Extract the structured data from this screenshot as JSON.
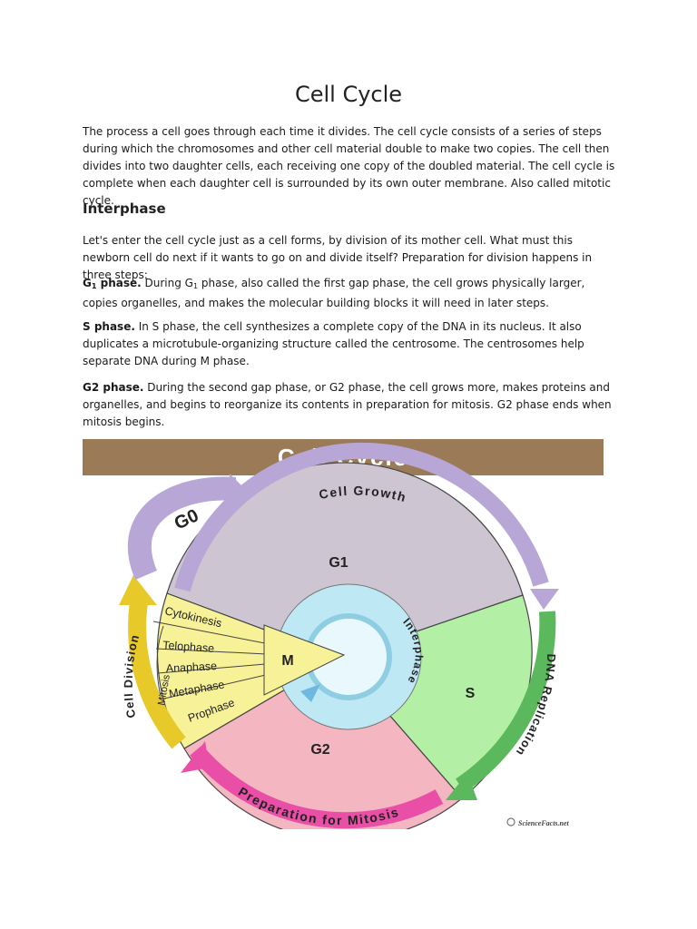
{
  "title": "Cell Cycle",
  "intro": "The process a cell goes through each time it divides. The cell cycle consists of a series of steps during which the chromosomes and other cell material double to make two copies. The cell then divides into two daughter cells, each receiving one copy of the doubled material. The cell cycle is complete when each daughter cell is surrounded by its own outer membrane. Also called mitotic cycle.",
  "interphase_heading": "Interphase",
  "interphase_intro": "Let's enter the cell cycle just as a cell forms, by division of its mother cell. What must this newborn cell do next if it wants to go on and divide itself? Preparation for division happens in three steps:",
  "g1": {
    "label_main": "G",
    "label_sub": "1",
    "label_end": " phase.",
    "text_a": " During G",
    "text_sub": "1",
    "text_b": " phase, also called the first gap phase, the cell grows physically larger, copies organelles, and makes the molecular building blocks it will need in later steps."
  },
  "s": {
    "label": "S phase.",
    "text": " In S phase, the cell synthesizes a complete copy of the DNA in its nucleus. It also duplicates a microtubule-organizing structure called the centrosome. The centrosomes help separate DNA during M phase."
  },
  "g2": {
    "label": "G2 phase.",
    "text": " During the second gap phase, or G2 phase, the cell grows more, makes proteins and organelles, and begins to reorganize its contents in preparation for mitosis. G2 phase ends when mitosis begins."
  },
  "diagram": {
    "banner": "Cell Cycle",
    "g0": "G0",
    "cell_growth": "Cell Growth",
    "g1": "G1",
    "s": "S",
    "g2": "G2",
    "m": "M",
    "interphase": "Interphase",
    "dna_replication": "DNA Replication",
    "prep_mitosis": "Preparation for Mitosis",
    "cell_division": "Cell Division",
    "mitosis": "Mitosis",
    "cytokinesis": "Cytokinesis",
    "telophase": "Telophase",
    "anaphase": "Anaphase",
    "metaphase": "Metaphase",
    "prophase": "Prophase",
    "credit": "ScienceFacts.net",
    "colors": {
      "banner": "#9a7a57",
      "g1": "#cdc6d2",
      "s": "#b3f0a6",
      "g2": "#f4b7c1",
      "m": "#f7f197",
      "interphase_ring": "#bfe8f5",
      "purple_arrow": "#b7a6d6",
      "green_arrow": "#5cb85c",
      "pink_arrow": "#e94fa6",
      "yellow_arrow": "#e8c92a"
    }
  }
}
